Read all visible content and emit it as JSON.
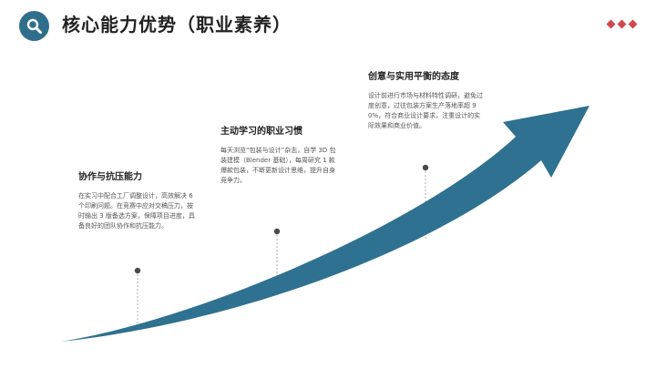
{
  "header": {
    "title": "核心能力优势（职业素养）",
    "icon": "search-icon",
    "accent_color": "#2f6f8c",
    "decoration_color": "#d2464f"
  },
  "arrow": {
    "color": "#2e7190",
    "direction": "up-right"
  },
  "milestones": [
    {
      "title": "协作与抗压能力",
      "description": "在实习中配合工厂调整设计，高效解决 6 个印刷问题。在竞赛中应对交稿压力，按时输出 3 版备选方案，保障项目进度，具备良好的团队协作和抗压能力。"
    },
    {
      "title": "主动学习的职业习惯",
      "description": "每天浏览“包装与设计”杂志，自学 3D 包装建模（Blender 基础），每周研究 1 款爆款包装，不断更新设计思维，提升自身竞争力。"
    },
    {
      "title": "创意与实用平衡的态度",
      "description": "设计前进行市场与材料特性调研，避免过度创意，过往包装方案生产落地率超 90%，符合商业设计要求，注重设计的实际效果和商业价值。"
    }
  ]
}
